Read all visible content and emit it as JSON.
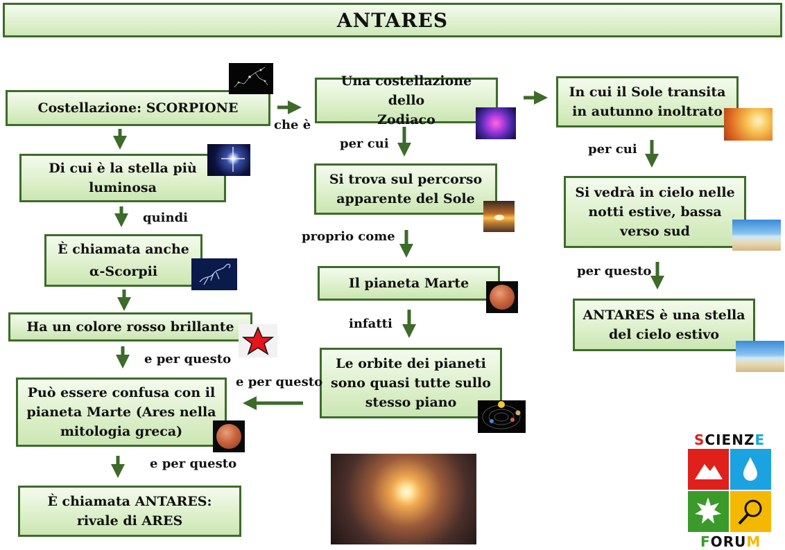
{
  "title": "ANTARES",
  "boxes": {
    "scorpione": "Costellazione: SCORPIONE",
    "stella_luminosa": [
      "Di cui è la stella più",
      "luminosa"
    ],
    "alpha_scorpii": [
      "È chiamata anche",
      "α-Scorpii"
    ],
    "rosso": "Ha un colore rosso brillante",
    "confusa": [
      "Può essere confusa con il",
      "pianeta Marte (Ares nella",
      "mitologia greca)"
    ],
    "antares_rivale": [
      "È chiamata ANTARES:",
      "rivale di ARES"
    ],
    "zodiaco": [
      "Una costellazione dello",
      "Zodiaco"
    ],
    "percorso_sole": [
      "Si trova sul percorso",
      "apparente del Sole"
    ],
    "marte": "Il pianeta Marte",
    "orbite": [
      "Le orbite dei pianeti",
      "sono quasi tutte sullo",
      "stesso piano"
    ],
    "autunno": [
      "In cui il Sole transita",
      "in autunno inoltrato"
    ],
    "estive": [
      "Si vedrà in cielo nelle",
      "notti estive, bassa",
      "verso sud"
    ],
    "estivo": [
      "ANTARES è una stella",
      "del cielo estivo"
    ]
  },
  "labels": {
    "che_e": "che è",
    "quindi": "quindi",
    "e_per_questo_1": "e per questo",
    "e_per_questo_2": "e per questo",
    "e_per_questo_3": "e per questo",
    "per_cui_1": "per cui",
    "proprio_come": "proprio come",
    "infatti": "infatti",
    "per_cui_2": "per cui",
    "per_questo": "per questo"
  },
  "logo": {
    "top": [
      "S",
      "C",
      "I",
      "E",
      "N",
      "Z",
      "E"
    ],
    "bottom": [
      "F",
      "O",
      "R",
      "U",
      "M"
    ]
  },
  "colors": {
    "border": "#3d6b2a",
    "arrow": "#3d6b2a",
    "logo_red": "#e0201b",
    "logo_blue": "#1aa3e0",
    "logo_green": "#3a9a2a",
    "logo_yellow": "#f5b800"
  }
}
